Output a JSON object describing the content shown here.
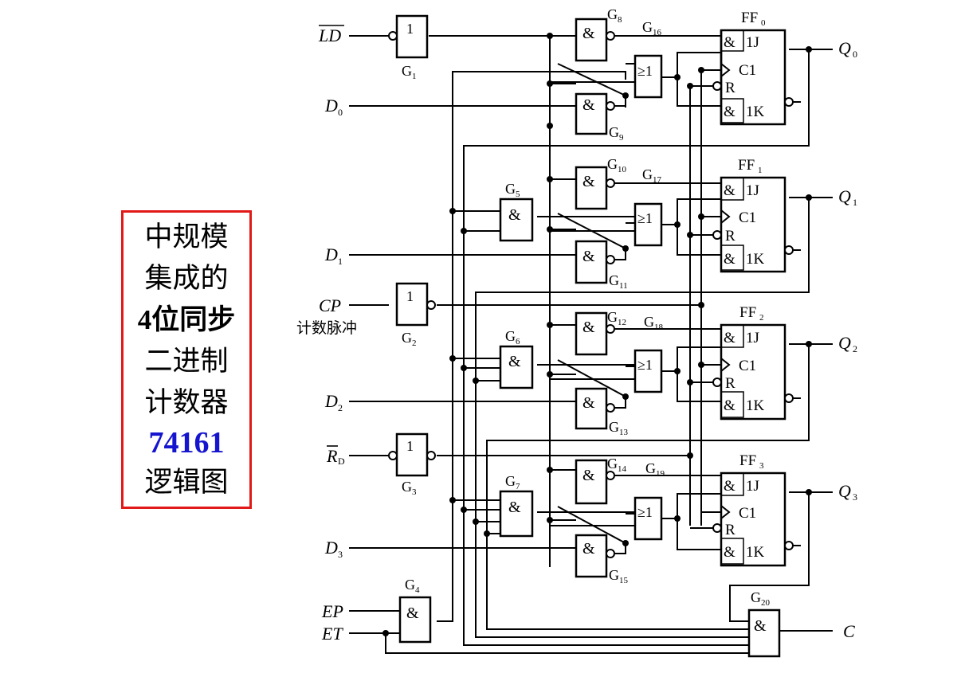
{
  "title_lines": [
    "中规模",
    "集成的",
    "4位同步",
    "二进制",
    "计数器",
    "74161",
    "逻辑图"
  ],
  "colors": {
    "box_border": "#e11919",
    "part_number": "#1515d0",
    "wire": "#000000"
  },
  "inputs": {
    "ld_bar": "LD",
    "d0": "D",
    "d0_sub": "0",
    "d1": "D",
    "d1_sub": "1",
    "cp": "CP",
    "cp_note": "计数脉冲",
    "d2": "D",
    "d2_sub": "2",
    "rd": "R",
    "rd_sub": "D",
    "d3": "D",
    "d3_sub": "3",
    "ep": "EP",
    "et": "ET"
  },
  "outputs": {
    "q0": "Q",
    "q0_sub": "0",
    "q1": "Q",
    "q1_sub": "1",
    "q2": "Q",
    "q2_sub": "2",
    "q3": "Q",
    "q3_sub": "3",
    "c": "C"
  },
  "gates": {
    "g1": "G",
    "g1_sub": "1",
    "g1_sym": "1",
    "g2": "G",
    "g2_sub": "2",
    "g2_sym": "1",
    "g3": "G",
    "g3_sub": "3",
    "g3_sym": "1",
    "g4": "G",
    "g4_sub": "4",
    "g4_sym": "&",
    "g5": "G",
    "g5_sub": "5",
    "g5_sym": "&",
    "g6": "G",
    "g6_sub": "6",
    "g6_sym": "&",
    "g7": "G",
    "g7_sub": "7",
    "g7_sym": "&",
    "g8": "G",
    "g8_sub": "8",
    "g8_sym": "&",
    "g9": "G",
    "g9_sub": "9",
    "g9_sym": "&",
    "g10": "G",
    "g10_sub": "10",
    "g10_sym": "&",
    "g11": "G",
    "g11_sub": "11",
    "g11_sym": "&",
    "g12": "G",
    "g12_sub": "12",
    "g12_sym": "&",
    "g13": "G",
    "g13_sub": "13",
    "g13_sym": "&",
    "g14": "G",
    "g14_sub": "14",
    "g14_sym": "&",
    "g15": "G",
    "g15_sub": "15",
    "g15_sym": "&",
    "g16": "G",
    "g16_sub": "16",
    "g16_sym": "≥1",
    "g17": "G",
    "g17_sub": "17",
    "g17_sym": "≥1",
    "g18": "G",
    "g18_sub": "18",
    "g18_sym": "≥1",
    "g19": "G",
    "g19_sub": "19",
    "g19_sym": "≥1",
    "g20": "G",
    "g20_sub": "20",
    "g20_sym": "&"
  },
  "flipflops": {
    "ff0": "FF",
    "ff0_sub": "0",
    "ff1": "FF",
    "ff1_sub": "1",
    "ff2": "FF",
    "ff2_sub": "2",
    "ff3": "FF",
    "ff3_sub": "3",
    "pin_j": "1J",
    "pin_c": "C1",
    "pin_r": "R",
    "pin_k": "1K",
    "pin_amp": "&"
  }
}
